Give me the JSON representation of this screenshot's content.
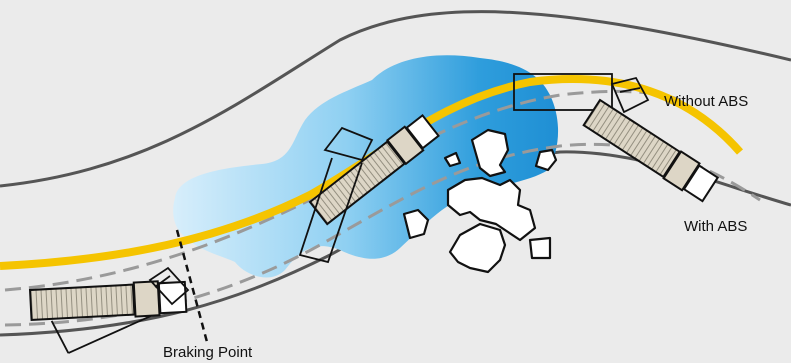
{
  "labels": {
    "braking_point": "Braking Point",
    "without_abs": "Without ABS",
    "with_abs": "With ABS"
  },
  "colors": {
    "background": "#ebebeb",
    "road_edge": "#555555",
    "without_abs_path": "#f5c400",
    "with_abs_path": "#9a9a9a",
    "wet_patch_light": "#d2ecfb",
    "wet_patch_dark": "#1f93d8",
    "truck_body": "#ddd6c6",
    "truck_outline": "#111111"
  },
  "icons": [
    "truck-icon",
    "rock-icon"
  ]
}
